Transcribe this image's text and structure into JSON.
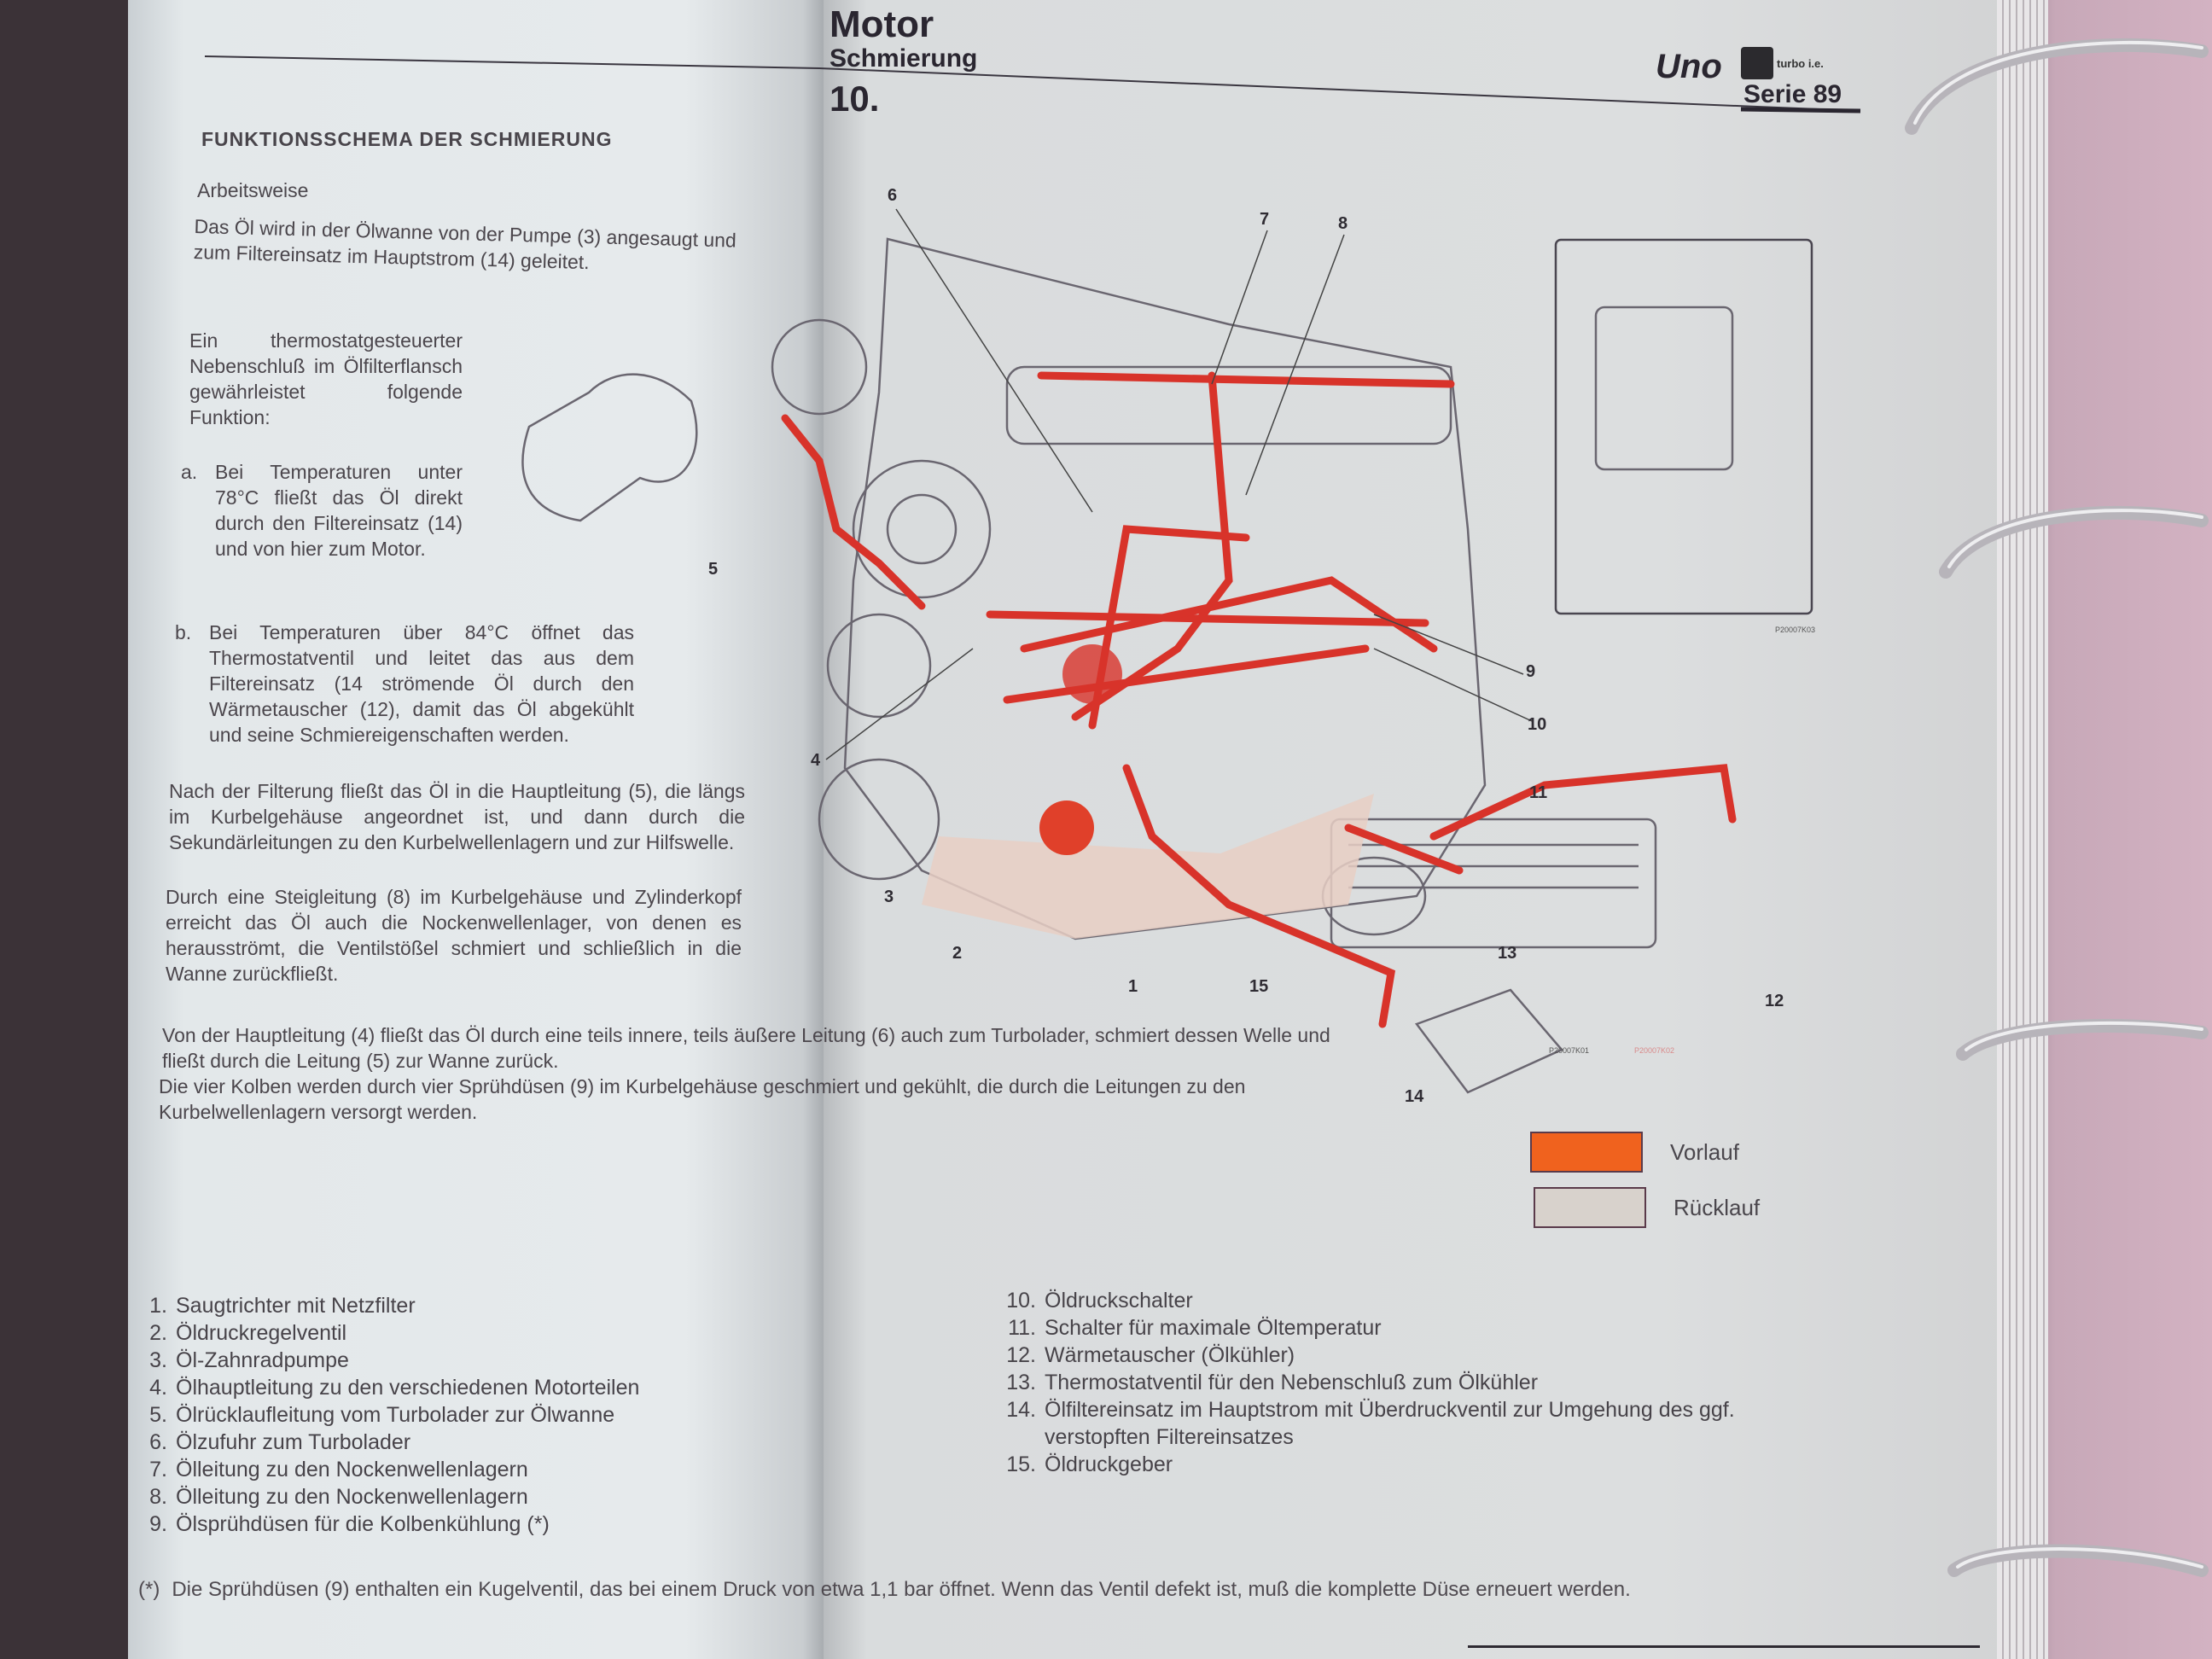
{
  "header": {
    "section": "Motor",
    "subsection": "Schmierung",
    "chapter_number": "10.",
    "model": "Uno",
    "model_badge": "turbo i.e.",
    "series": "Serie 89"
  },
  "title": "FUNKTIONSSCHEMA DER SCHMIERUNG",
  "subtitle": "Arbeitsweise",
  "paragraphs": {
    "intro": "Das Öl wird in der Ölwanne von der Pumpe (3) angesaugt und zum Filtereinsatz im Hauptstrom (14) geleitet.",
    "bypass": "Ein thermostatgesteuerter Nebenschluß im Ölfilterflansch gewährleistet folgende Funktion:",
    "a_marker": "a.",
    "a_text": "Bei Temperaturen unter 78°C fließt das Öl direkt durch den Filtereinsatz (14) und von hier zum Motor.",
    "b_marker": "b.",
    "b_text": "Bei Temperaturen über 84°C öffnet das Thermostatventil und leitet das aus dem Filtereinsatz (14 strömende Öl durch den Wärmetauscher (12), damit das Öl abgekühlt und seine Schmiereigenschaften werden.",
    "filtering": "Nach der Filterung fließt das Öl in die Hauptleitung (5), die längs im Kurbelgehäuse angeordnet ist, und dann durch die Sekundärleitungen zu den Kurbelwellenlagern und zur Hilfswelle.",
    "riser": "Durch eine Steigleitung (8) im Kurbelgehäuse und Zylinderkopf erreicht das Öl auch die Nockenwellenlager, von denen es herausströmt, die Ventilstößel schmiert und schließlich in die Wanne zurückfließt.",
    "turbo": "Von der Hauptleitung (4) fließt das Öl durch eine teils innere, teils äußere Leitung (6) auch zum Turbolader, schmiert dessen Welle und fließt durch die Leitung (5) zur Wanne zurück.",
    "pistons": "Die vier Kolben werden durch vier Sprühdüsen (9) im Kurbelgehäuse geschmiert und gekühlt, die durch die Leitungen zu den Kurbelwellenlagern versorgt werden."
  },
  "diagram": {
    "callouts": [
      "1",
      "2",
      "3",
      "4",
      "5",
      "6",
      "7",
      "8",
      "9",
      "10",
      "11",
      "12",
      "13",
      "14",
      "15"
    ],
    "codes": [
      "P20007K01",
      "P20007K02",
      "P20007K03"
    ],
    "colors": {
      "flow": "#d8332a",
      "outline": "#6a6670",
      "sump": "#e8cfc4"
    }
  },
  "legend": [
    {
      "label": "Vorlauf",
      "color": "#f0621e"
    },
    {
      "label": "Rücklauf",
      "color": "#d8d2cc"
    }
  ],
  "parts_left": [
    {
      "n": "1.",
      "label": "Saugtrichter mit Netzfilter"
    },
    {
      "n": "2.",
      "label": "Öldruckregelventil"
    },
    {
      "n": "3.",
      "label": "Öl-Zahnradpumpe"
    },
    {
      "n": "4.",
      "label": "Ölhauptleitung zu den verschiedenen Motorteilen"
    },
    {
      "n": "5.",
      "label": "Ölrücklaufleitung vom Turbolader zur Ölwanne"
    },
    {
      "n": "6.",
      "label": "Ölzufuhr zum Turbolader"
    },
    {
      "n": "7.",
      "label": "Ölleitung zu den Nockenwellenlagern"
    },
    {
      "n": "8.",
      "label": "Ölleitung zu den Nockenwellenlagern"
    },
    {
      "n": "9.",
      "label": "Ölsprühdüsen für die Kolbenkühlung (*)"
    }
  ],
  "parts_right": [
    {
      "n": "10.",
      "label": "Öldruckschalter"
    },
    {
      "n": "11.",
      "label": "Schalter für maximale Öltemperatur"
    },
    {
      "n": "12.",
      "label": "Wärmetauscher (Ölkühler)"
    },
    {
      "n": "13.",
      "label": "Thermostatventil für den Nebenschluß zum Ölkühler"
    },
    {
      "n": "14.",
      "label": "Ölfiltereinsatz im Hauptstrom mit Überdruckventil zur Umgehung des ggf. verstopften Filtereinsatzes"
    },
    {
      "n": "15.",
      "label": "Öldruckgeber"
    }
  ],
  "footnote": {
    "marker": "(*)",
    "text": "Die Sprühdüsen (9) enthalten ein Kugelventil, das bei einem Druck von etwa 1,1 bar öffnet. Wenn das Ventil defekt ist, muß die komplette Düse erneuert werden."
  }
}
